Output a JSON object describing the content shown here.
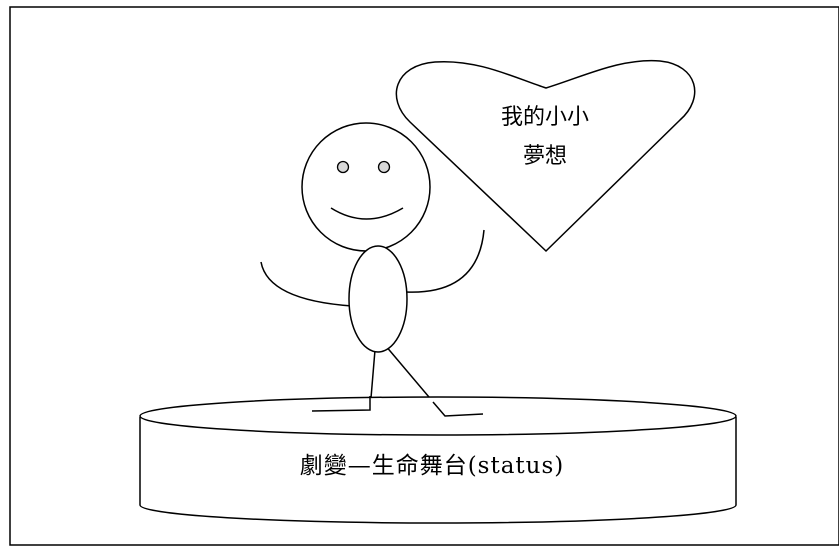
{
  "speech_bubble": {
    "line1": "我的小小",
    "line2": "夢想"
  },
  "stage": {
    "label": "劇變—生命舞台(status)"
  },
  "colors": {
    "stroke": "#000000",
    "background": "#ffffff",
    "eye_fill": "#d9d9d9"
  }
}
